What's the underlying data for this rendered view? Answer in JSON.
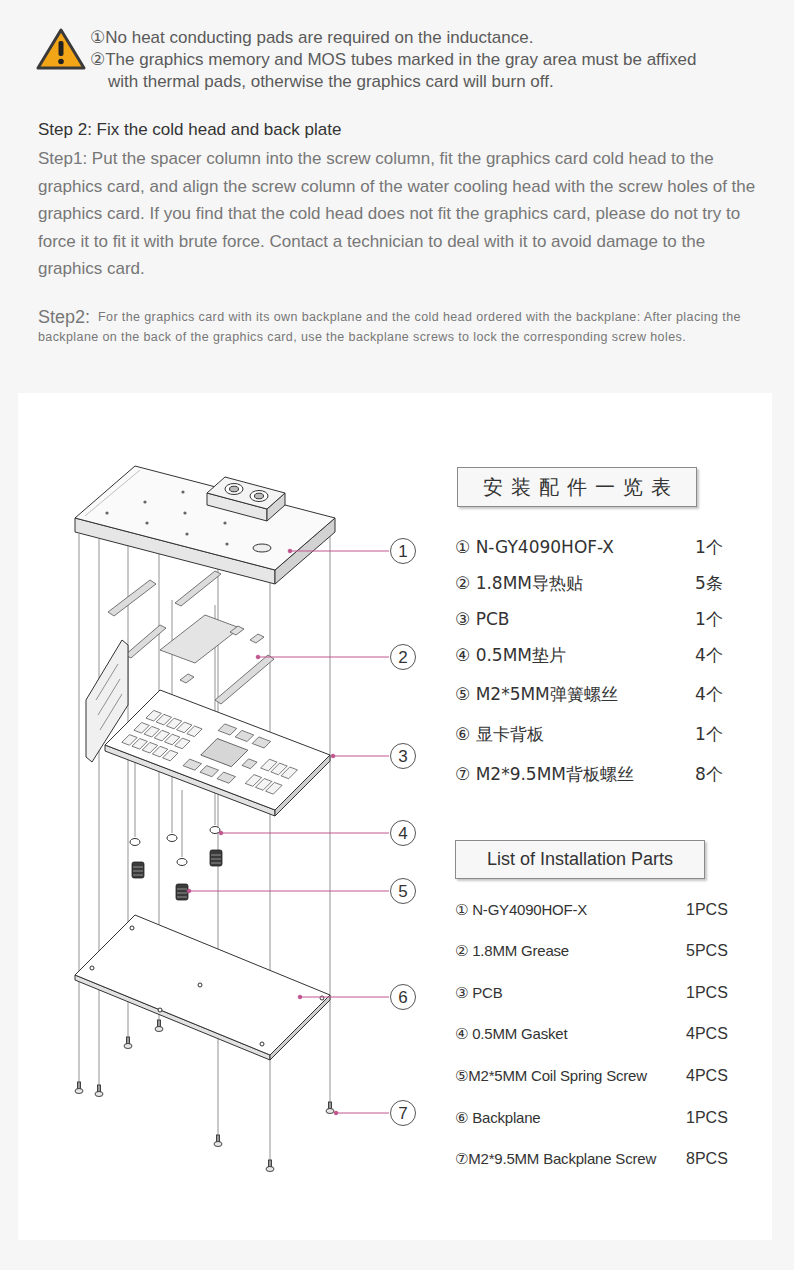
{
  "diagram": {
    "nodes": [
      {
        "text": [
          "安装配件一览表"
        ]
      },
      {
        "text": [
          "1"
        ]
      },
      {
        "text": [
          "2"
        ]
      },
      {
        "text": [
          "3"
        ]
      },
      {
        "text": [
          "4"
        ]
      },
      {
        "text": [
          "List of Installation Parts"
        ]
      },
      {
        "text": [
          "5"
        ]
      },
      {
        "text": [
          "6"
        ]
      },
      {
        "text": [
          "7"
        ]
      }
    ],
    "labels": [
      "①No heat conducting pads are required on the inductance.",
      "②The graphics memory and MOS tubes marked in the gray area must be affixed with thermal pads, otherwise the graphics card will burn off.",
      "Step 2: Fix the cold head and back plate",
      "Step1: Put the spacer column into the screw column, fit the graphics card cold head to the graphics card, and align the screw column of the water cooling head with the screw holes of the graphics card. If you find that the cold head does not fit the graphics card, please do not try to force it to fit it with brute force. Contact a technician to deal with it to avoid damage to the graphics card.",
      "Step2:",
      "For the graphics card with its own backplane and the cold head ordered with the backplane: After placing the backplane on the back of the graphics card, use the backplane screws to lock the corresponding screw holes.",
      "① N-GY4090HOF-X",
      "1个",
      "② 1.8MM导热贴",
      "5条",
      "③ PCB",
      "1个",
      "④ 0.5MM垫片",
      "4个",
      "⑤ M2*5MM弹簧螺丝",
      "4个",
      "⑥ 显卡背板",
      "1个",
      "⑦ M2*9.5MM背板螺丝",
      "8个",
      "① N-GY4090HOF-X",
      "1PCS",
      "② 1.8MM Grease",
      "5PCS",
      "③ PCB",
      "1PCS",
      "④ 0.5MM Gasket",
      "4PCS",
      "⑤M2*5MM Coil Spring Screw",
      "4PCS",
      "⑥ Backplane",
      "1PCS",
      "⑦M2*9.5MM Backplane Screw",
      "8PCS"
    ]
  }
}
